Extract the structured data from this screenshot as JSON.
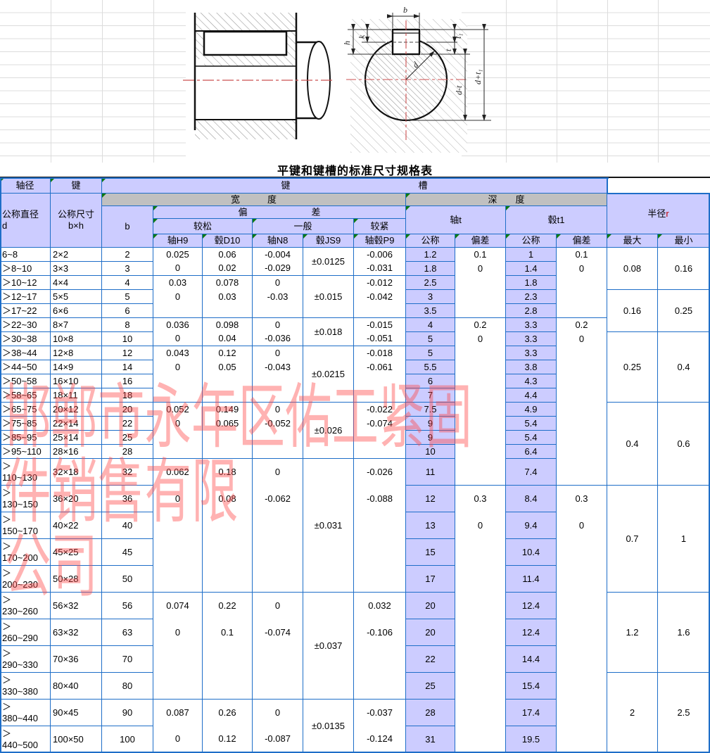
{
  "title": "平键和键槽的标准尺寸规格表",
  "watermark": {
    "text": "邯郸市永年区佑工紧固件销售有限\n公司",
    "color": "#ff4848"
  },
  "diagram": {
    "b": "b",
    "h": "h",
    "k": "k",
    "t": "t",
    "t1": "t₁",
    "d": "d",
    "d_minus_t": "d-t",
    "d_plus_t1": "d+t₁"
  },
  "table": {
    "header": {
      "h1_shaft": "轴径",
      "h1_key": "键",
      "h1_keyway": "键　　　　　　　　　　　　　　槽",
      "d_label": "公称直径\nd",
      "bh_label": "公称尺寸\nb×h",
      "b_label": "b",
      "width_label": "宽　　　度",
      "depth_label": "深　　度",
      "dev_label": "偏　　　　　　　差",
      "loose": "较松",
      "normal": "一般",
      "tight": "较紧",
      "cols5": [
        "轴H9",
        "毂D10",
        "轴N8",
        "毂JS9",
        "轴毂P9"
      ],
      "shaft_t": "轴t",
      "hub_t1": "毂t1",
      "nom1": "公称",
      "dev1": "偏差",
      "nom2": "公称",
      "dev2": "偏差",
      "radius_label": "半径 ",
      "radius_r": "r",
      "max": "最大",
      "min": "最小"
    },
    "rows": [
      {
        "d": "6~8",
        "bh": "2×2",
        "b": "2",
        "t": "1.2",
        "t1": "1"
      },
      {
        "d": "＞8~10",
        "bh": "3×3",
        "b": "3",
        "t": "1.8",
        "t1": "1.4"
      },
      {
        "d": "＞10~12",
        "bh": "4×4",
        "b": "4",
        "t": "2.5",
        "t1": "1.8"
      },
      {
        "d": "＞12~17",
        "bh": "5×5",
        "b": "5",
        "t": "3",
        "t1": "2.3"
      },
      {
        "d": "＞17~22",
        "bh": "6×6",
        "b": "6",
        "t": "3.5",
        "t1": "2.8"
      },
      {
        "d": "＞22~30",
        "bh": "8×7",
        "b": "8",
        "t": "4",
        "t1": "3.3"
      },
      {
        "d": "＞30~38",
        "bh": "10×8",
        "b": "10",
        "t": "5",
        "t1": "3.3"
      },
      {
        "d": "＞38~44",
        "bh": "12×8",
        "b": "12",
        "t": "5",
        "t1": "3.3"
      },
      {
        "d": "＞44~50",
        "bh": "14×9",
        "b": "14",
        "t": "5.5",
        "t1": "3.8"
      },
      {
        "d": "＞50~58",
        "bh": "16×10",
        "b": "16",
        "t": "6",
        "t1": "4.3"
      },
      {
        "d": "＞58~65",
        "bh": "18×11",
        "b": "18",
        "t": "7",
        "t1": "4.4"
      },
      {
        "d": "＞65~75",
        "bh": "20×12",
        "b": "20",
        "t": "7.5",
        "t1": "4.9"
      },
      {
        "d": "＞75~85",
        "bh": "22×14",
        "b": "22",
        "t": "9",
        "t1": "5.4"
      },
      {
        "d": "＞85~95",
        "bh": "25×14",
        "b": "25",
        "t": "9",
        "t1": "5.4"
      },
      {
        "d": "＞95~110",
        "bh": "28×16",
        "b": "28",
        "t": "10",
        "t1": "6.4"
      },
      {
        "d": "＞\n110~130",
        "bh": "32×18",
        "b": "32",
        "t": "11",
        "t1": "7.4"
      },
      {
        "d": "＞\n130~150",
        "bh": "36×20",
        "b": "36",
        "t": "12",
        "t1": "8.4"
      },
      {
        "d": "＞\n150~170",
        "bh": "40×22",
        "b": "40",
        "t": "13",
        "t1": "9.4"
      },
      {
        "d": "＞\n170~200",
        "bh": "45×25",
        "b": "45",
        "t": "15",
        "t1": "10.4"
      },
      {
        "d": "＞\n200~230",
        "bh": "50×28",
        "b": "50",
        "t": "17",
        "t1": "11.4"
      },
      {
        "d": "＞\n230~260",
        "bh": "56×32",
        "b": "56",
        "t": "20",
        "t1": "12.4"
      },
      {
        "d": "＞\n260~290",
        "bh": "63×32",
        "b": "63",
        "t": "20",
        "t1": "12.4"
      },
      {
        "d": "＞\n290~330",
        "bh": "70×36",
        "b": "70",
        "t": "22",
        "t1": "14.4"
      },
      {
        "d": "＞\n330~380",
        "bh": "80×40",
        "b": "80",
        "t": "25",
        "t1": "15.4"
      },
      {
        "d": "＞\n380~440",
        "bh": "90×45",
        "b": "90",
        "t": "28",
        "t1": "17.4"
      },
      {
        "d": "＞\n440~500",
        "bh": "100×50",
        "b": "100",
        "t": "31",
        "t1": "19.5"
      }
    ],
    "width_groups": [
      {
        "start": 1,
        "len": 2,
        "h9": [
          "0.025",
          "0"
        ],
        "d10": [
          "0.06",
          "0.02"
        ],
        "n8": [
          "-0.004",
          "-0.029"
        ],
        "js9": "±0.0125",
        "p9": [
          "-0.006",
          "-0.031"
        ]
      },
      {
        "start": 3,
        "len": 3,
        "h9": [
          "0.03",
          "0"
        ],
        "d10": [
          "0.078",
          "0.03"
        ],
        "n8": [
          "0",
          "-0.03"
        ],
        "js9": "±0.015",
        "p9": [
          "-0.012",
          "-0.042"
        ]
      },
      {
        "start": 6,
        "len": 2,
        "h9": [
          "0.036",
          "0"
        ],
        "d10": [
          "0.098",
          "0.04"
        ],
        "n8": [
          "0",
          "-0.036"
        ],
        "js9": "±0.018",
        "p9": [
          "-0.015",
          "-0.051"
        ]
      },
      {
        "start": 8,
        "len": 4,
        "h9": [
          "0.043",
          "0"
        ],
        "d10": [
          "0.12",
          "0.05"
        ],
        "n8": [
          "0",
          "-0.043"
        ],
        "js9": "±0.0215",
        "p9": [
          "-0.018",
          "-0.061"
        ]
      },
      {
        "start": 12,
        "len": 4,
        "h9": [
          "0.052",
          "0"
        ],
        "d10": [
          "0.149",
          "0.065"
        ],
        "n8": [
          "0",
          "-0.052"
        ],
        "js9": "±0.026",
        "p9": [
          "-0.022",
          "-0.074"
        ]
      },
      {
        "start": 16,
        "len": 5,
        "h9": [
          "0.062",
          "0"
        ],
        "d10": [
          "0.18",
          "0.08"
        ],
        "n8": [
          "0",
          "-0.062"
        ],
        "js9": "±0.031",
        "p9": [
          "-0.026",
          "-0.088"
        ]
      },
      {
        "start": 21,
        "len": 4,
        "h9": [
          "0.074",
          "0"
        ],
        "d10": [
          "0.22",
          "0.1"
        ],
        "n8": [
          "0",
          "-0.074"
        ],
        "js9": "±0.037",
        "p9": [
          "0.032",
          "-0.106"
        ]
      },
      {
        "start": 25,
        "len": 2,
        "h9": [
          "0.087",
          "0"
        ],
        "d10": [
          "0.26",
          "0.12"
        ],
        "n8": [
          "0",
          "-0.087"
        ],
        "js9": "±0.0135",
        "p9": [
          "-0.037",
          "-0.124"
        ]
      }
    ],
    "t_dev_groups": [
      {
        "start": 1,
        "len": 5,
        "vals": [
          "0.1",
          "0"
        ]
      },
      {
        "start": 6,
        "len": 11,
        "vals": [
          "0.2",
          "0"
        ]
      },
      {
        "start": 17,
        "len": 10,
        "vals": [
          "0.3",
          "0"
        ]
      }
    ],
    "t1_dev_groups": [
      {
        "start": 1,
        "len": 5,
        "vals": [
          "0.1",
          "0"
        ]
      },
      {
        "start": 6,
        "len": 11,
        "vals": [
          "0.2",
          "0"
        ]
      },
      {
        "start": 17,
        "len": 10,
        "vals": [
          "0.3",
          "0"
        ]
      }
    ],
    "radius_groups": [
      {
        "start": 1,
        "len": 3,
        "max": "0.08",
        "min": "0.16"
      },
      {
        "start": 4,
        "len": 3,
        "max": "0.16",
        "min": "0.25"
      },
      {
        "start": 7,
        "len": 5,
        "max": "0.25",
        "min": "0.4"
      },
      {
        "start": 12,
        "len": 5,
        "max": "0.4",
        "min": "0.6"
      },
      {
        "start": 17,
        "len": 4,
        "max": "0.7",
        "min": "1"
      },
      {
        "start": 21,
        "len": 3,
        "max": "1.2",
        "min": "1.6"
      },
      {
        "start": 24,
        "len": 3,
        "max": "2",
        "min": "2.5"
      }
    ]
  }
}
